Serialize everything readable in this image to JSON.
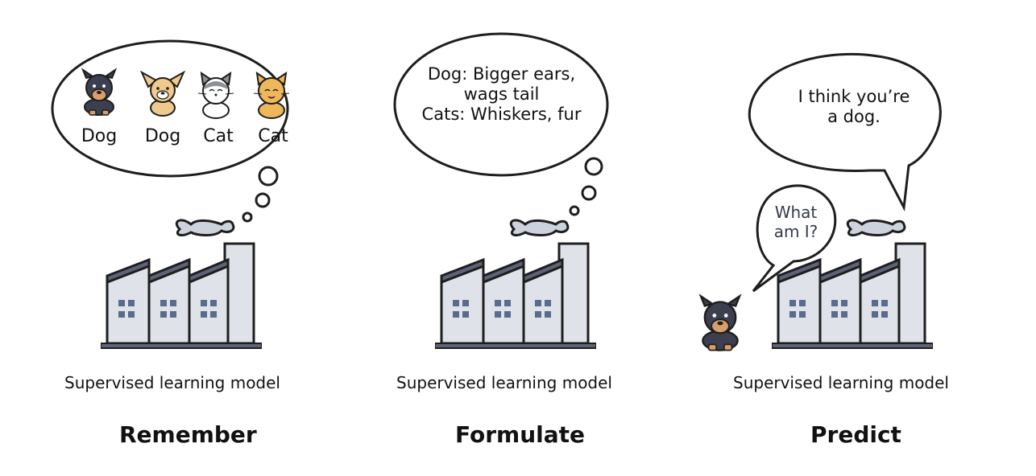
{
  "colors": {
    "outline": "#1e1e1e",
    "building": "#dfe2e8",
    "roof": "#5c6378",
    "window": "#5a6b8c",
    "smoke": "#cdd3dc",
    "dog_dark": "#3b3f4f",
    "dog_tan": "#d99f6a",
    "cat_light": "#f0c98d",
    "cat_orange": "#efb75c",
    "cat_white": "#ffffff",
    "cat_gray": "#8d9099"
  },
  "panels": [
    {
      "id": "remember",
      "title": "Remember",
      "caption": "Supervised learning model",
      "thought_labels": [
        "Dog",
        "Dog",
        "Cat",
        "Cat"
      ]
    },
    {
      "id": "formulate",
      "title": "Formulate",
      "caption": "Supervised learning model",
      "thought_lines": [
        "Dog: Bigger ears,",
        "wags tail",
        "Cats: Whiskers, fur"
      ]
    },
    {
      "id": "predict",
      "title": "Predict",
      "caption": "Supervised learning model",
      "model_speech_lines": [
        "I think you’re",
        "a dog."
      ],
      "dog_speech_lines": [
        "What",
        "am I?"
      ]
    }
  ]
}
